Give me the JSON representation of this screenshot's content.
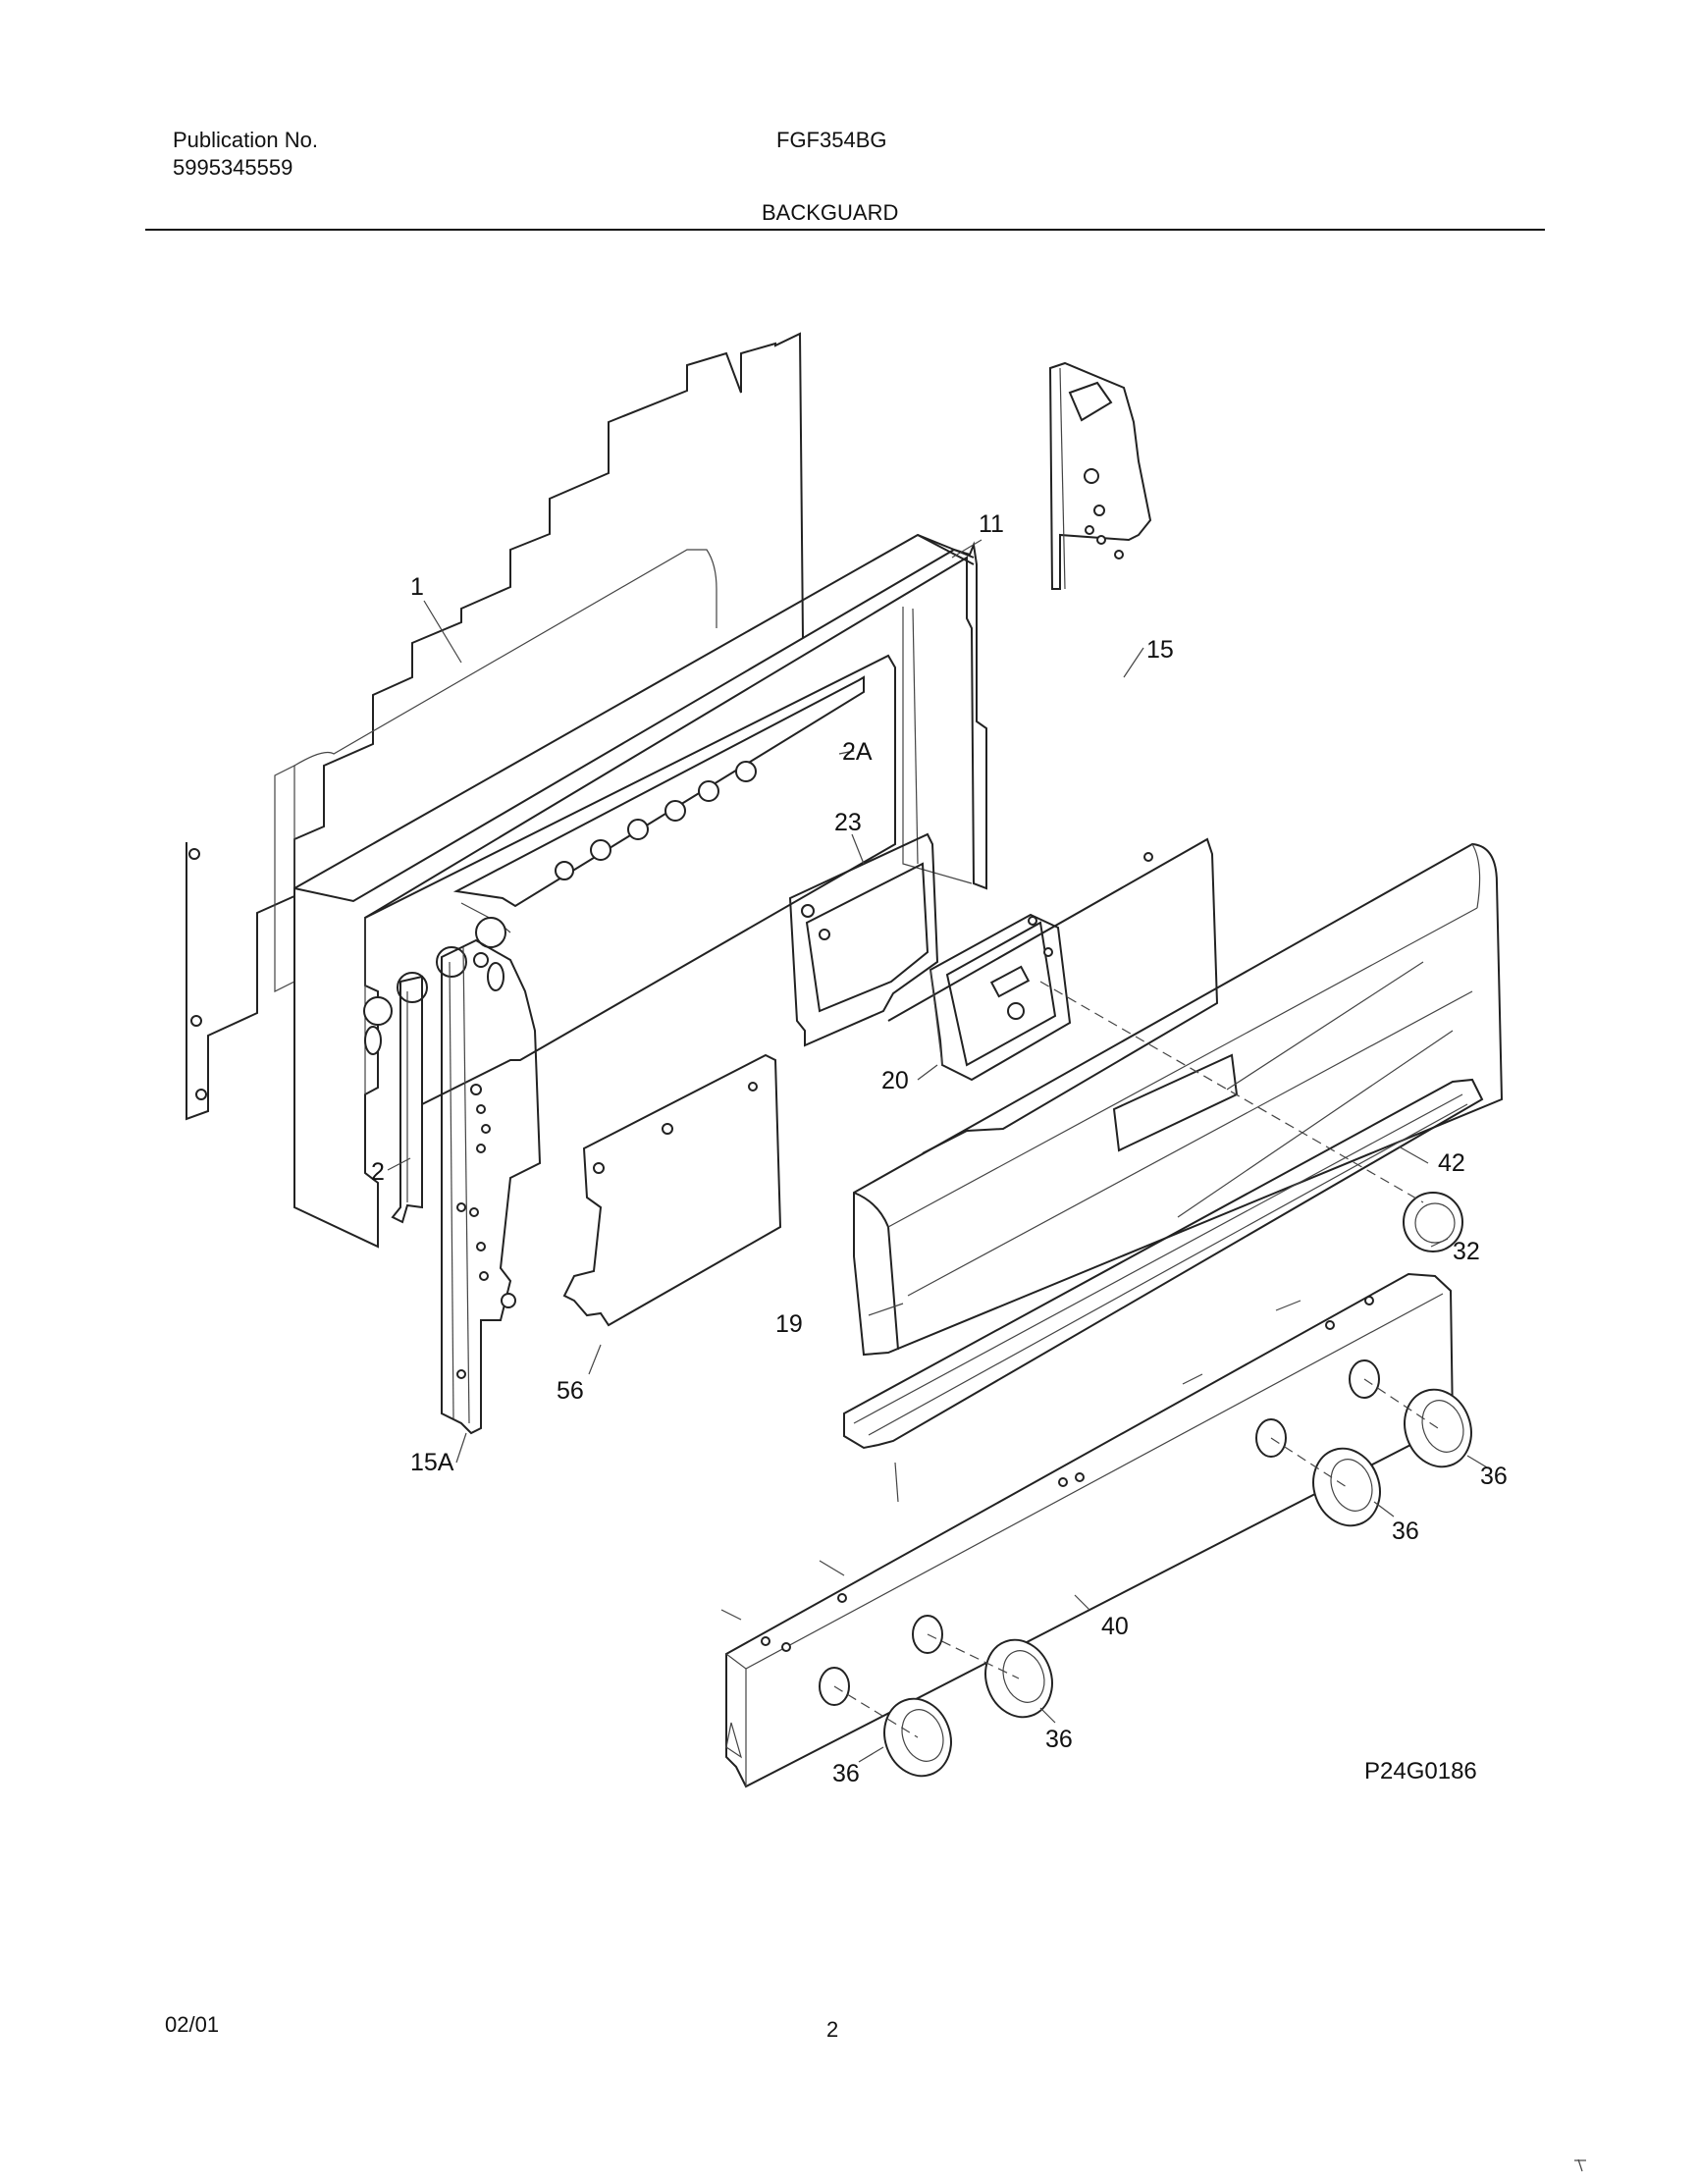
{
  "header": {
    "publication_label": "Publication No.",
    "publication_number": "5995345559",
    "model": "FGF354BG",
    "section_title": "BACKGUARD"
  },
  "diagram": {
    "reference_code": "P24G0186",
    "callouts": {
      "c1": "1",
      "c2": "2",
      "c2a": "2A",
      "c11": "11",
      "c15": "15",
      "c15a": "15A",
      "c19": "19",
      "c20": "20",
      "c23": "23",
      "c32": "32",
      "c36a": "36",
      "c36b": "36",
      "c36c": "36",
      "c36d": "36",
      "c40": "40",
      "c42": "42",
      "c56": "56"
    }
  },
  "footer": {
    "date": "02/01",
    "page": "2"
  }
}
